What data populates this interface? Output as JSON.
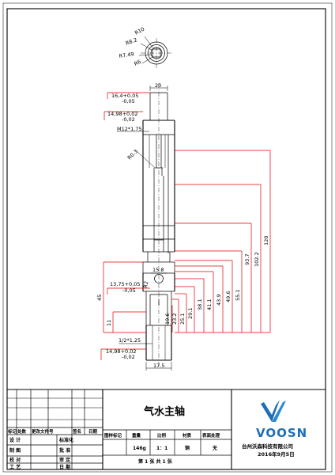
{
  "detail": {
    "radii": [
      "R10",
      "R8.2",
      "R7.49",
      "R6"
    ]
  },
  "top_dims": {
    "width_20": "20",
    "d16_main": "16,4+0,05",
    "d16_tol": "-0,05",
    "d14_main": "14,98+0,02",
    "d14_tol": "-0,02",
    "thread": "M12*1.75",
    "r03": "R0.3"
  },
  "bottom_dims": {
    "d15_8": "15.8",
    "d13_main": "13,75+0,05",
    "d13_tol": "-0,05",
    "r2": "R2",
    "h45": "45",
    "h11": "11",
    "thread2": "1/2*1.25",
    "d14_main": "14,98+0,02",
    "d14_tol": "-0,02",
    "w17_5": "17.5"
  },
  "length_dims": [
    "19.6",
    "23.2",
    "25.1",
    "29.1",
    "38.1",
    "41.1",
    "43.9",
    "49.6",
    "55.1",
    "93.7",
    "102.2",
    "120"
  ],
  "title_block": {
    "part_name": "气水主轴",
    "rev_headers": [
      "标记",
      "处数",
      "更改文件号",
      "签名",
      "日期"
    ],
    "roles": [
      "设 计",
      "制 图",
      "校 对",
      "工 艺"
    ],
    "approvals": [
      "标准化",
      "批 准",
      "审 定",
      "日 期"
    ],
    "info_headers": [
      "图样标记",
      "重量",
      "比例",
      "材质",
      "表面处理"
    ],
    "info_values": [
      "",
      "146g",
      "1：1",
      "铜",
      "无"
    ],
    "sheet": "第 1 张   共 1 张",
    "brand": "VOOSN",
    "company": "台州沃森科技有限公司",
    "date": "2016年9月5日"
  },
  "colors": {
    "brand_blue": "#1e6fb5",
    "dimension_red": "#e00000"
  }
}
